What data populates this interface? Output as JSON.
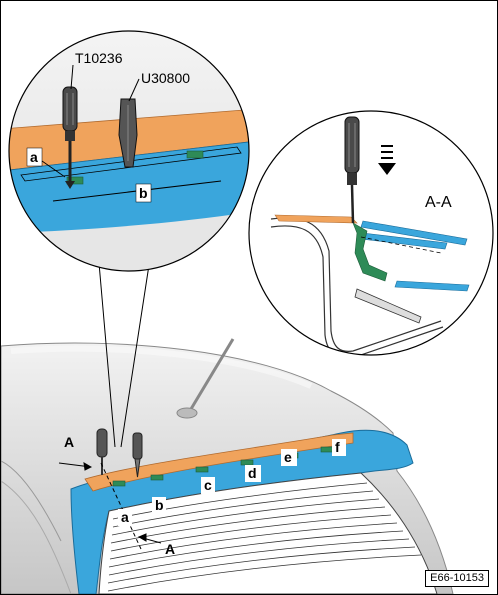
{
  "detail": {
    "tool_1": "T10236",
    "tool_2": "U30800",
    "label_a": "a",
    "label_b": "b"
  },
  "section": {
    "title": "A-A"
  },
  "vehicle": {
    "section_marker_top": "A",
    "section_marker_bottom": "A",
    "labels": [
      "a",
      "b",
      "c",
      "d",
      "e",
      "f"
    ]
  },
  "figure_ref": "E66-10153",
  "colors": {
    "orange": "#f0a35c",
    "blue": "#3aa6dc",
    "green": "#2e8b57",
    "body": "#d8d8d8"
  }
}
